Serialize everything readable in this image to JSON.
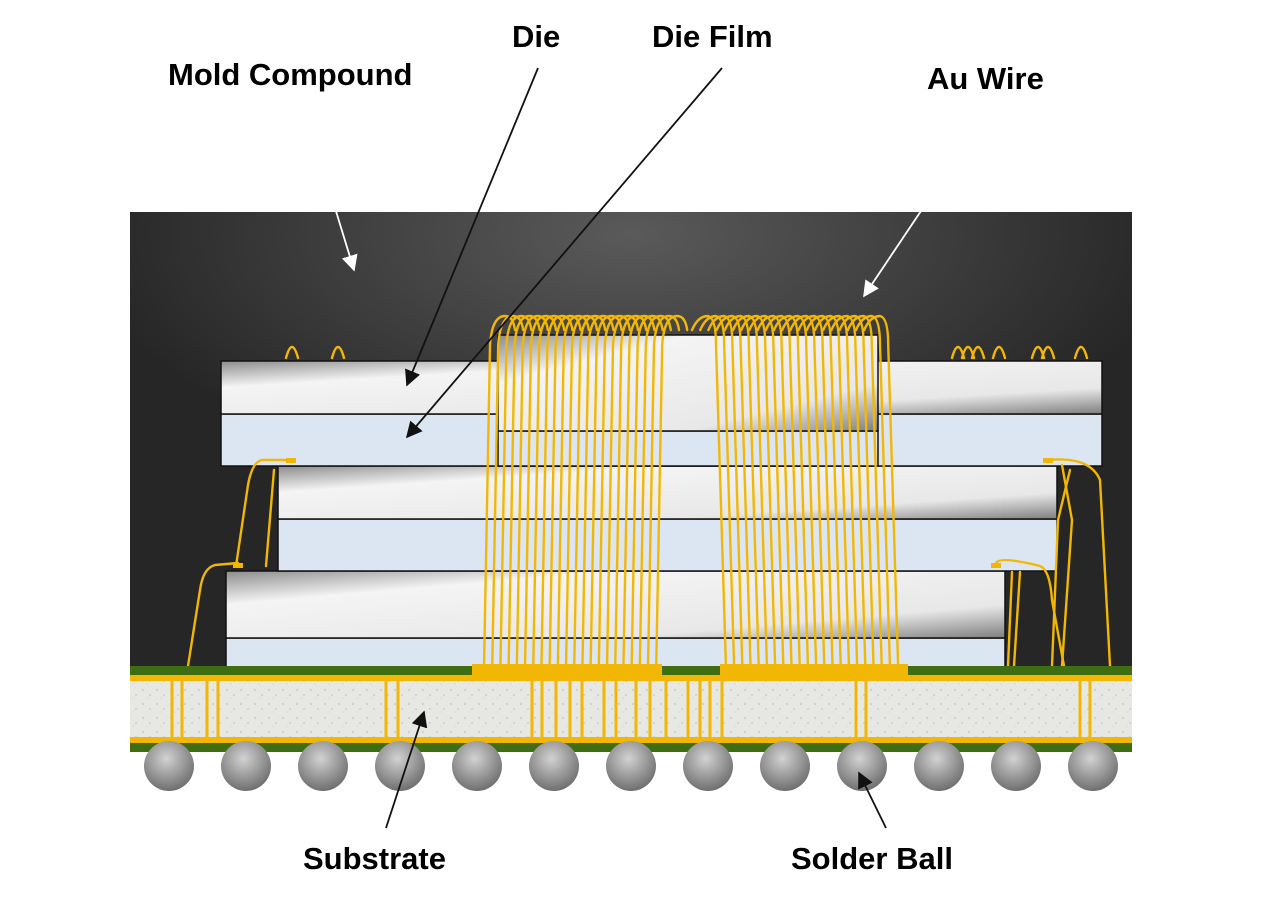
{
  "labels": {
    "mold_compound": "Mold Compound",
    "die": "Die",
    "die_film": "Die Film",
    "au_wire": "Au Wire",
    "substrate": "Substrate",
    "solder_ball": "Solder Ball"
  },
  "colors": {
    "mold": "#2b2b2b",
    "wire": "#f2b705",
    "die_film": "#dce6f2",
    "substrate": "#e6e6e2",
    "solder_mask": "#3f6d12",
    "solder_ball": "#8f8f8f"
  }
}
